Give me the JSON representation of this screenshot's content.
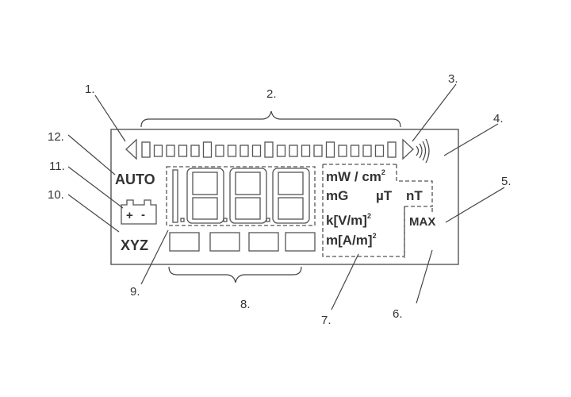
{
  "callouts": [
    "1.",
    "2.",
    "3.",
    "4.",
    "5.",
    "6.",
    "7.",
    "8.",
    "9.",
    "10.",
    "11.",
    "12."
  ],
  "display": {
    "auto": "AUTO",
    "xyz": "XYZ",
    "battery_plus": "+",
    "battery_minus": "-",
    "max": "MAX",
    "units": {
      "mw_cm2": "mW / cm",
      "mw_cm2_sup": "2",
      "mg": "mG",
      "ut": "µT",
      "nt": "nT",
      "kvm": "k[V/m]",
      "kvm_sup": "2",
      "mam": "m[A/m]",
      "mam_sup": "2"
    }
  }
}
